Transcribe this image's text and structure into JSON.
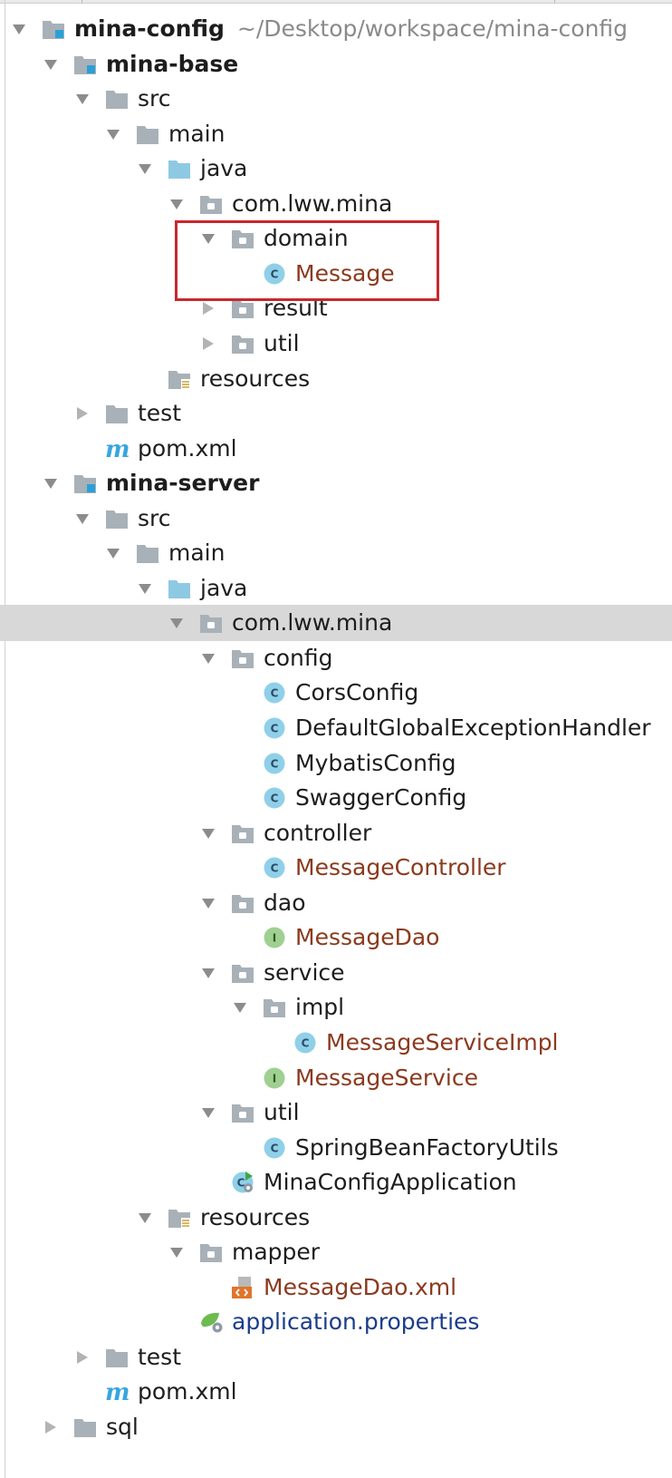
{
  "project_tree": {
    "root_path": "~/Desktop/workspace/mina-config",
    "highlighted_node": "domain",
    "selected_node": "com.lww.mina (mina-server)",
    "colors": {
      "default_text": "#1d1d1d",
      "modified_text": "#8b3a1e",
      "new_text": "#1b3c8c",
      "path_text": "#8a8a8a",
      "folder": "#a9b1b8",
      "source_folder": "#8ec9e4",
      "class_badge": "#8fd0e8",
      "interface_badge": "#9fd090",
      "selection": "#d8d8d8",
      "highlight_box": "#c8282e"
    },
    "rows": [
      {
        "depth": 0,
        "arrow": "down",
        "icon": "module-icon",
        "label": "mina-config",
        "bold": true,
        "path": "~/Desktop/workspace/mina-config"
      },
      {
        "depth": 1,
        "arrow": "down",
        "icon": "module-icon",
        "label": "mina-base",
        "bold": true
      },
      {
        "depth": 2,
        "arrow": "down",
        "icon": "folder-icon",
        "label": "src"
      },
      {
        "depth": 3,
        "arrow": "down",
        "icon": "folder-icon",
        "label": "main"
      },
      {
        "depth": 4,
        "arrow": "down",
        "icon": "source-folder-icon",
        "label": "java"
      },
      {
        "depth": 5,
        "arrow": "down",
        "icon": "package-icon",
        "label": "com.lww.mina"
      },
      {
        "depth": 6,
        "arrow": "down",
        "icon": "package-icon",
        "label": "domain"
      },
      {
        "depth": 7,
        "arrow": "none",
        "icon": "class-icon",
        "label": "Message",
        "status": "modified"
      },
      {
        "depth": 6,
        "arrow": "right",
        "icon": "package-icon",
        "label": "result"
      },
      {
        "depth": 6,
        "arrow": "right",
        "icon": "package-icon",
        "label": "util"
      },
      {
        "depth": 4,
        "arrow": "none",
        "icon": "resources-folder-icon",
        "label": "resources"
      },
      {
        "depth": 2,
        "arrow": "right",
        "icon": "folder-icon",
        "label": "test"
      },
      {
        "depth": 2,
        "arrow": "none",
        "icon": "maven-icon",
        "label": "pom.xml"
      },
      {
        "depth": 1,
        "arrow": "down",
        "icon": "module-icon",
        "label": "mina-server",
        "bold": true
      },
      {
        "depth": 2,
        "arrow": "down",
        "icon": "folder-icon",
        "label": "src"
      },
      {
        "depth": 3,
        "arrow": "down",
        "icon": "folder-icon",
        "label": "main"
      },
      {
        "depth": 4,
        "arrow": "down",
        "icon": "source-folder-icon",
        "label": "java"
      },
      {
        "depth": 5,
        "arrow": "down",
        "icon": "package-icon",
        "label": "com.lww.mina",
        "selected": true
      },
      {
        "depth": 6,
        "arrow": "down",
        "icon": "package-icon",
        "label": "config"
      },
      {
        "depth": 7,
        "arrow": "none",
        "icon": "class-icon",
        "label": "CorsConfig"
      },
      {
        "depth": 7,
        "arrow": "none",
        "icon": "class-icon",
        "label": "DefaultGlobalExceptionHandler"
      },
      {
        "depth": 7,
        "arrow": "none",
        "icon": "class-icon",
        "label": "MybatisConfig"
      },
      {
        "depth": 7,
        "arrow": "none",
        "icon": "class-icon",
        "label": "SwaggerConfig"
      },
      {
        "depth": 6,
        "arrow": "down",
        "icon": "package-icon",
        "label": "controller"
      },
      {
        "depth": 7,
        "arrow": "none",
        "icon": "class-icon",
        "label": "MessageController",
        "status": "modified"
      },
      {
        "depth": 6,
        "arrow": "down",
        "icon": "package-icon",
        "label": "dao"
      },
      {
        "depth": 7,
        "arrow": "none",
        "icon": "interface-icon",
        "label": "MessageDao",
        "status": "modified"
      },
      {
        "depth": 6,
        "arrow": "down",
        "icon": "package-icon",
        "label": "service"
      },
      {
        "depth": 7,
        "arrow": "down",
        "icon": "package-icon",
        "label": "impl"
      },
      {
        "depth": 8,
        "arrow": "none",
        "icon": "class-icon",
        "label": "MessageServiceImpl",
        "status": "modified"
      },
      {
        "depth": 7,
        "arrow": "none",
        "icon": "interface-icon",
        "label": "MessageService",
        "status": "modified"
      },
      {
        "depth": 6,
        "arrow": "down",
        "icon": "package-icon",
        "label": "util"
      },
      {
        "depth": 7,
        "arrow": "none",
        "icon": "class-icon",
        "label": "SpringBeanFactoryUtils"
      },
      {
        "depth": 6,
        "arrow": "none",
        "icon": "spring-boot-class-icon",
        "label": "MinaConfigApplication"
      },
      {
        "depth": 4,
        "arrow": "down",
        "icon": "resources-folder-icon",
        "label": "resources"
      },
      {
        "depth": 5,
        "arrow": "down",
        "icon": "package-icon",
        "label": "mapper"
      },
      {
        "depth": 6,
        "arrow": "none",
        "icon": "xml-file-icon",
        "label": "MessageDao.xml",
        "status": "modified"
      },
      {
        "depth": 5,
        "arrow": "none",
        "icon": "spring-properties-icon",
        "label": "application.properties",
        "status": "new"
      },
      {
        "depth": 2,
        "arrow": "right",
        "icon": "folder-icon",
        "label": "test"
      },
      {
        "depth": 2,
        "arrow": "none",
        "icon": "maven-icon",
        "label": "pom.xml"
      },
      {
        "depth": 1,
        "arrow": "right",
        "icon": "folder-icon",
        "label": "sql"
      }
    ]
  }
}
